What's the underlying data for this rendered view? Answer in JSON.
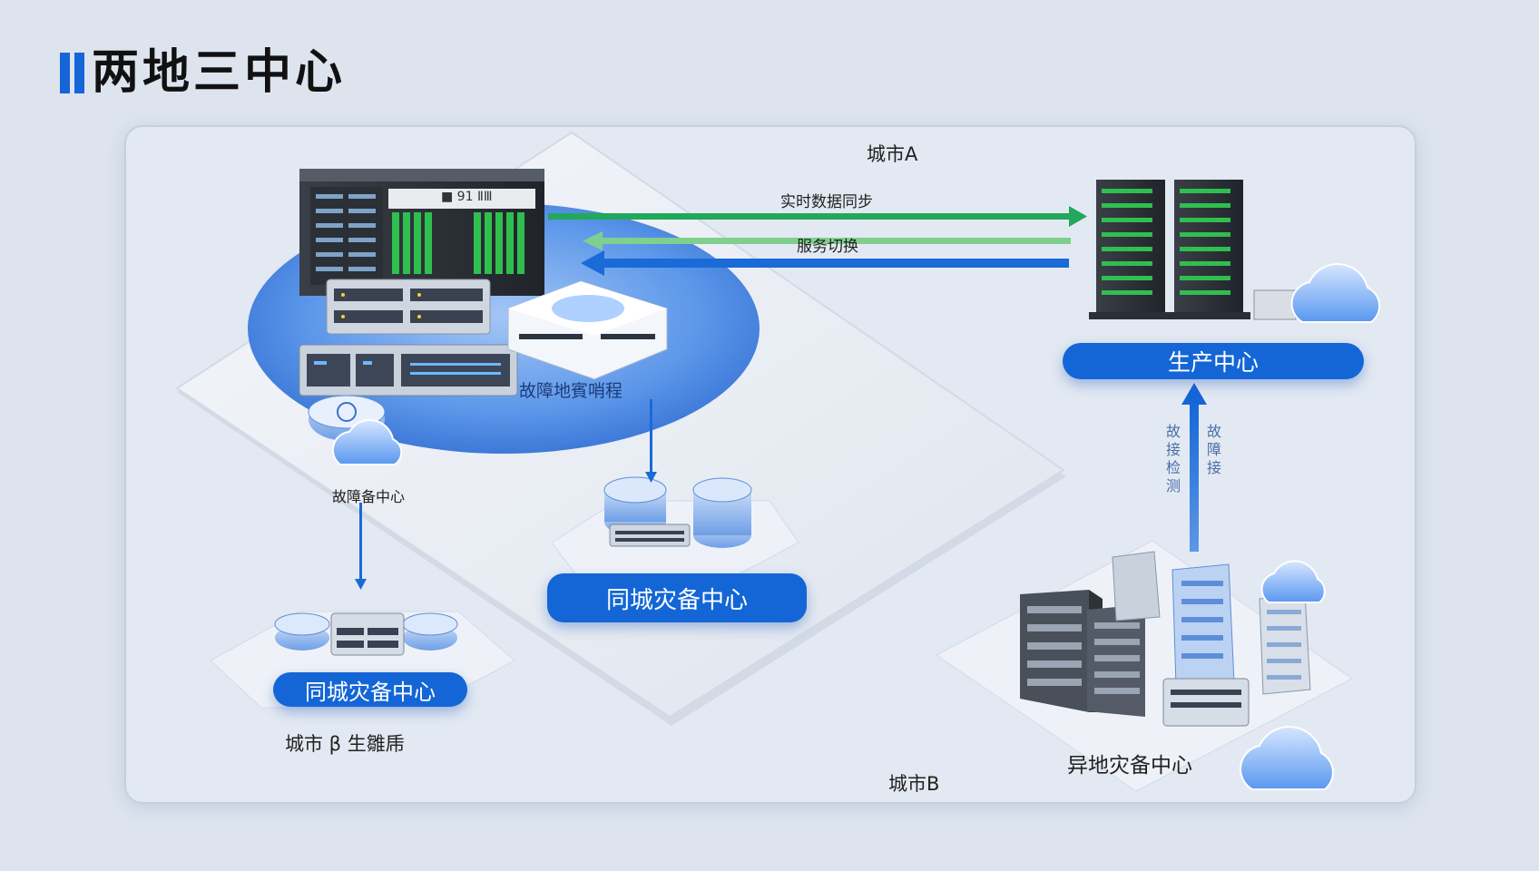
{
  "title": "两地三中心",
  "region_labels": {
    "city_a": "城市A",
    "city_b": "城市B",
    "city_b_extra": "城市 β 生雛乕"
  },
  "arrow_labels": {
    "realtime_sync": "实时数据同步",
    "service_switch": "服务切换",
    "fault_switch": "故障地賓哨程",
    "fault_detect_left": "故接检测",
    "fault_detect_right": "故障接"
  },
  "nodes": {
    "production": "生产中心",
    "same_city_main": "同城灾备中心",
    "same_city_small": "同城灾备中心",
    "small_cloud_label": "故障备中心",
    "remote": "异地灾备中心"
  },
  "server_badge": "■ 91 ⅡⅢ",
  "colors": {
    "accent": "#1466d6",
    "sync_green": "#22a85a",
    "switch_green": "#7fcf8e",
    "return_blue": "#1a6ad8"
  }
}
